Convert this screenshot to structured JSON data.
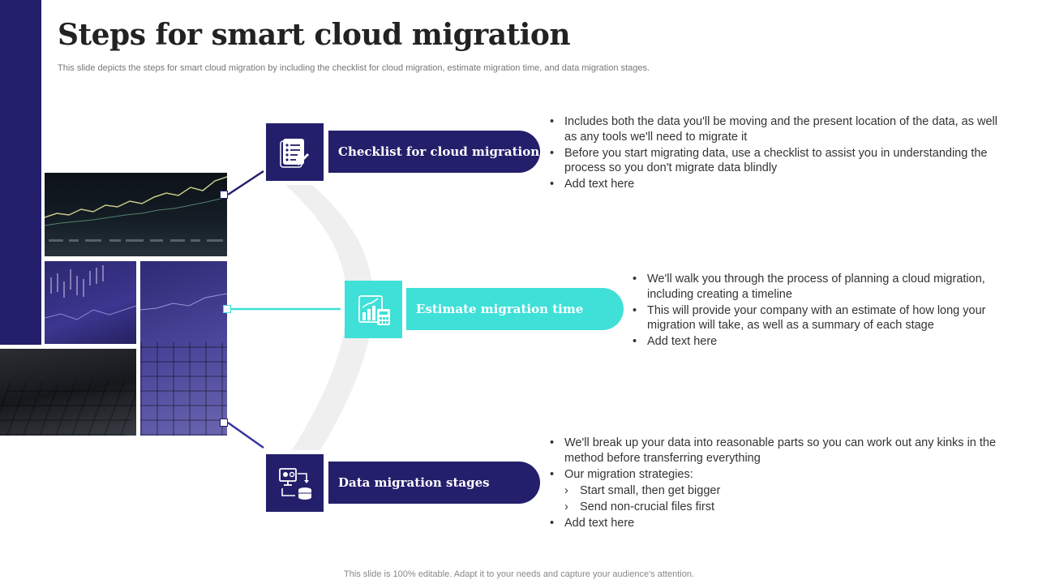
{
  "slide": {
    "title": "Steps for smart cloud migration",
    "subtitle": "This slide depicts the steps for smart cloud migration by including the checklist for cloud migration, estimate migration time, and data migration stages.",
    "footer": "This slide is 100% editable. Adapt it to your needs and capture your audience's attention."
  },
  "colors": {
    "navy": "#241f6b",
    "teal": "#3fe0d8",
    "arc": "#efefef"
  },
  "steps": [
    {
      "label": "Checklist for cloud migration",
      "icon": "checklist-icon",
      "color": "#241f6b",
      "bullets": [
        "Includes both the data you'll be moving and the present location of the data, as well as any tools we'll need to migrate it",
        "Before you start migrating data, use a checklist to assist you in understanding the process so you don't migrate data blindly",
        "Add text here"
      ]
    },
    {
      "label": "Estimate migration time",
      "icon": "calculator-chart-icon",
      "color": "#3fe0d8",
      "bullets": [
        "We'll walk you through the process of planning a cloud migration, including creating a timeline",
        "This will provide your company with an estimate of how long your migration will take, as well as a summary of each stage",
        "Add text here"
      ]
    },
    {
      "label": "Data migration stages",
      "icon": "data-transfer-icon",
      "color": "#241f6b",
      "bullets": [
        "We'll break up your data into reasonable parts so you can work out any kinks in the method before transferring everything",
        "Our migration strategies:",
        "Add text here"
      ],
      "sub_bullets": [
        "Start small, then get bigger",
        "Send non-crucial files first"
      ]
    }
  ]
}
